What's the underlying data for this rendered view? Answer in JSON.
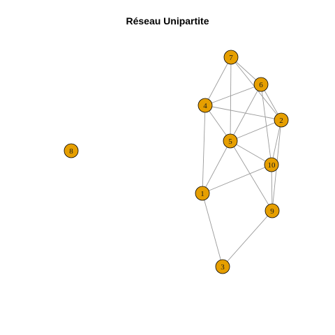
{
  "graph": {
    "title": "Réseau Unipartite",
    "node_fill": "#E69F00",
    "node_stroke": "#000000",
    "edge_color": "#9A9A9A",
    "nodes": [
      {
        "id": "1",
        "label": "1"
      },
      {
        "id": "2",
        "label": "2"
      },
      {
        "id": "3",
        "label": "3"
      },
      {
        "id": "4",
        "label": "4"
      },
      {
        "id": "5",
        "label": "5"
      },
      {
        "id": "6",
        "label": "6"
      },
      {
        "id": "7",
        "label": "7"
      },
      {
        "id": "8",
        "label": "8"
      },
      {
        "id": "9",
        "label": "9"
      },
      {
        "id": "10",
        "label": "10"
      }
    ],
    "edges": [
      [
        "7",
        "4"
      ],
      [
        "7",
        "5"
      ],
      [
        "7",
        "6"
      ],
      [
        "7",
        "2"
      ],
      [
        "6",
        "4"
      ],
      [
        "6",
        "5"
      ],
      [
        "6",
        "2"
      ],
      [
        "6",
        "10"
      ],
      [
        "4",
        "5"
      ],
      [
        "4",
        "2"
      ],
      [
        "4",
        "1"
      ],
      [
        "2",
        "5"
      ],
      [
        "2",
        "10"
      ],
      [
        "2",
        "9"
      ],
      [
        "5",
        "10"
      ],
      [
        "5",
        "1"
      ],
      [
        "5",
        "9"
      ],
      [
        "10",
        "1"
      ],
      [
        "10",
        "9"
      ],
      [
        "1",
        "3"
      ],
      [
        "9",
        "3"
      ]
    ]
  }
}
